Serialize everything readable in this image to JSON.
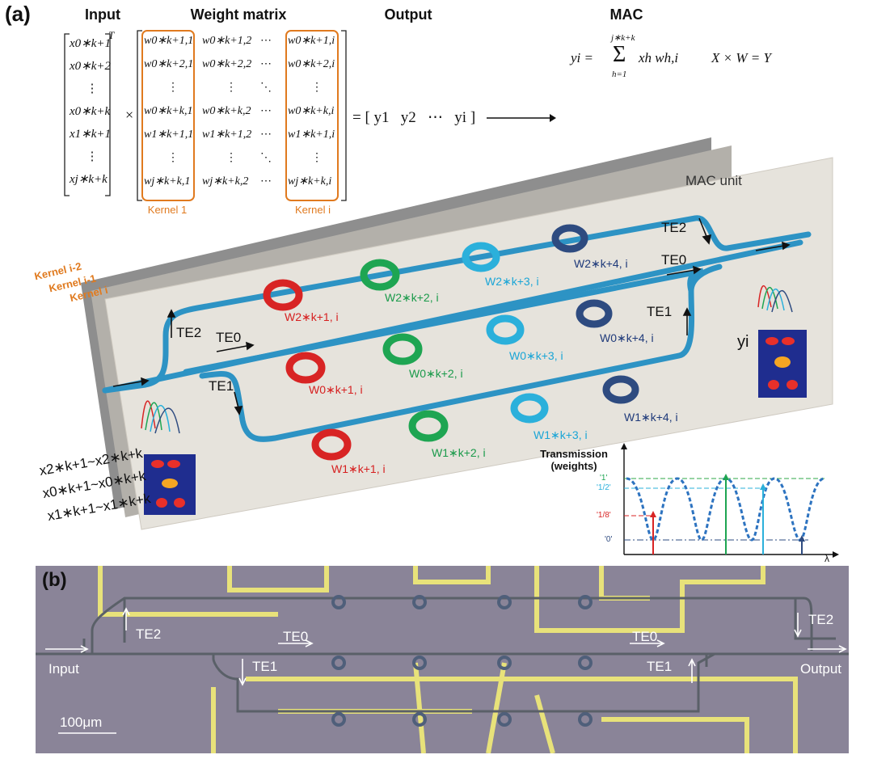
{
  "panel_a_label": "(a)",
  "panel_b_label": "(b)",
  "headers": {
    "input": "Input",
    "weight": "Weight matrix",
    "output": "Output",
    "mac": "MAC"
  },
  "input_vector": [
    "x0∗k+1",
    "x0∗k+2",
    "⋮",
    "x0∗k+k",
    "x1∗k+1",
    "⋮",
    "xj∗k+k"
  ],
  "transpose_mark": "T",
  "times": "×",
  "weight_matrix": [
    [
      "w0∗k+1,1",
      "w0∗k+1,2",
      "⋯",
      "w0∗k+1,i"
    ],
    [
      "w0∗k+2,1",
      "w0∗k+2,2",
      "⋯",
      "w0∗k+2,i"
    ],
    [
      "⋮",
      "⋮",
      "⋱",
      "⋮"
    ],
    [
      "w0∗k+k,1",
      "w0∗k+k,2",
      "⋯",
      "w0∗k+k,i"
    ],
    [
      "w1∗k+1,1",
      "w1∗k+1,2",
      "⋯",
      "w1∗k+1,i"
    ],
    [
      "⋮",
      "⋮",
      "⋱",
      "⋮"
    ],
    [
      "wj∗k+k,1",
      "wj∗k+k,2",
      "⋯",
      "wj∗k+k,i"
    ]
  ],
  "kernel_1": "Kernel 1",
  "kernel_i": "Kernel i",
  "output_eq": "= [ y1   y2   ⋯   yi ]",
  "mac_formula": {
    "lhs": "yi =",
    "sum": "Σ",
    "upper": "j∗k+k",
    "lower": "h=1",
    "term": "xh wh,i",
    "matrix_eq": "X × W = Y"
  },
  "mac_unit": "MAC unit",
  "kernel_stack": [
    "Kernel i-2",
    "Kernel i-1",
    "Kernel i"
  ],
  "mode_labels": {
    "te0": "TE0",
    "te1": "TE1",
    "te2": "TE2"
  },
  "weights_top": [
    "W2∗k+1, i",
    "W2∗k+2, i",
    "W2∗k+3, i",
    "W2∗k+4, i"
  ],
  "weights_mid": [
    "W0∗k+1, i",
    "W0∗k+2, i",
    "W0∗k+3, i",
    "W0∗k+4, i"
  ],
  "weights_bot": [
    "W1∗k+1, i",
    "W1∗k+2, i",
    "W1∗k+3, i",
    "W1∗k+4, i"
  ],
  "input_ranges": [
    "x2∗k+1~x2∗k+k",
    "x0∗k+1~x0∗k+k",
    "x1∗k+1~x1∗k+k"
  ],
  "output_label": "yi",
  "transmission": {
    "title": "Transmission",
    "subtitle": "(weights)",
    "levels": [
      "'1'",
      "'1/2'",
      "'1/8'",
      "'0'"
    ],
    "xlabel": "λ"
  },
  "chip": {
    "input": "Input",
    "output": "Output",
    "te0_a": "TE0",
    "te0_b": "TE0",
    "te1_a": "TE1",
    "te1_b": "TE1",
    "te2_a": "TE2",
    "te2_b": "TE2",
    "scale": "100μm"
  },
  "colors": {
    "waveguide": "#2d93c4",
    "ring_red": "#d82424",
    "ring_green": "#1ea552",
    "ring_cyan": "#2bb0db",
    "ring_navy": "#2e4b80",
    "kernel_orange": "#e07a1f",
    "chip_bg": "#8a8498",
    "electrode": "#e8e27a"
  }
}
